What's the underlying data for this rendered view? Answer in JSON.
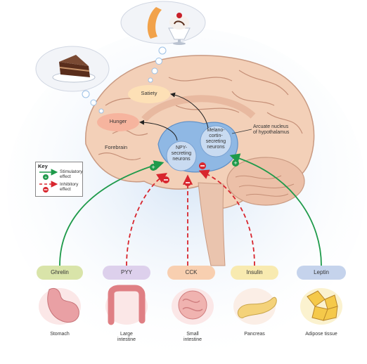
{
  "nodes": {
    "satiety": "Satiety",
    "hunger": "Hunger",
    "npy": [
      "NPY-",
      "secreting",
      "neurons"
    ],
    "melano": [
      "Melano-",
      "cortin-",
      "secreting",
      "neurons"
    ]
  },
  "labels": {
    "arcuate": [
      "Arcuate nucleus",
      "of hypothalamus"
    ],
    "forebrain": "Forebrain"
  },
  "key": {
    "title": "Key",
    "stimulatory": [
      "Stimulatory",
      "effect"
    ],
    "inhibitory": [
      "Inhibitory",
      "effect"
    ]
  },
  "hormones": [
    {
      "name": "Ghrelin",
      "color": "#d9e4a9",
      "effect": "stimulatory"
    },
    {
      "name": "PYY",
      "color": "#ddd0ec",
      "effect": "inhibitory"
    },
    {
      "name": "CCK",
      "color": "#f8cfb0",
      "effect": "inhibitory"
    },
    {
      "name": "Insulin",
      "color": "#f8eab0",
      "effect": "inhibitory"
    },
    {
      "name": "Leptin",
      "color": "#c5d3ec",
      "effect": "stimulatory"
    }
  ],
  "organs": [
    {
      "name": [
        "Stomach"
      ],
      "icon": "stomach-icon"
    },
    {
      "name": [
        "Large",
        "intestine"
      ],
      "icon": "large-intestine-icon"
    },
    {
      "name": [
        "Small",
        "intestine"
      ],
      "icon": "small-intestine-icon"
    },
    {
      "name": [
        "Pancreas"
      ],
      "icon": "pancreas-icon"
    },
    {
      "name": [
        "Adipose tissue"
      ],
      "icon": "adipose-tissue-icon"
    }
  ],
  "thought_bubbles": [
    "cake-icon",
    "fruit-and-sundae-icon"
  ],
  "colors": {
    "stimulatory": "#1e9a4a",
    "inhibitory": "#d8262e",
    "hypothalamus": "#8fb8e4",
    "brain": "#f3d0b8",
    "satiety": "#fde0b6",
    "hunger": "#f6b49e"
  }
}
